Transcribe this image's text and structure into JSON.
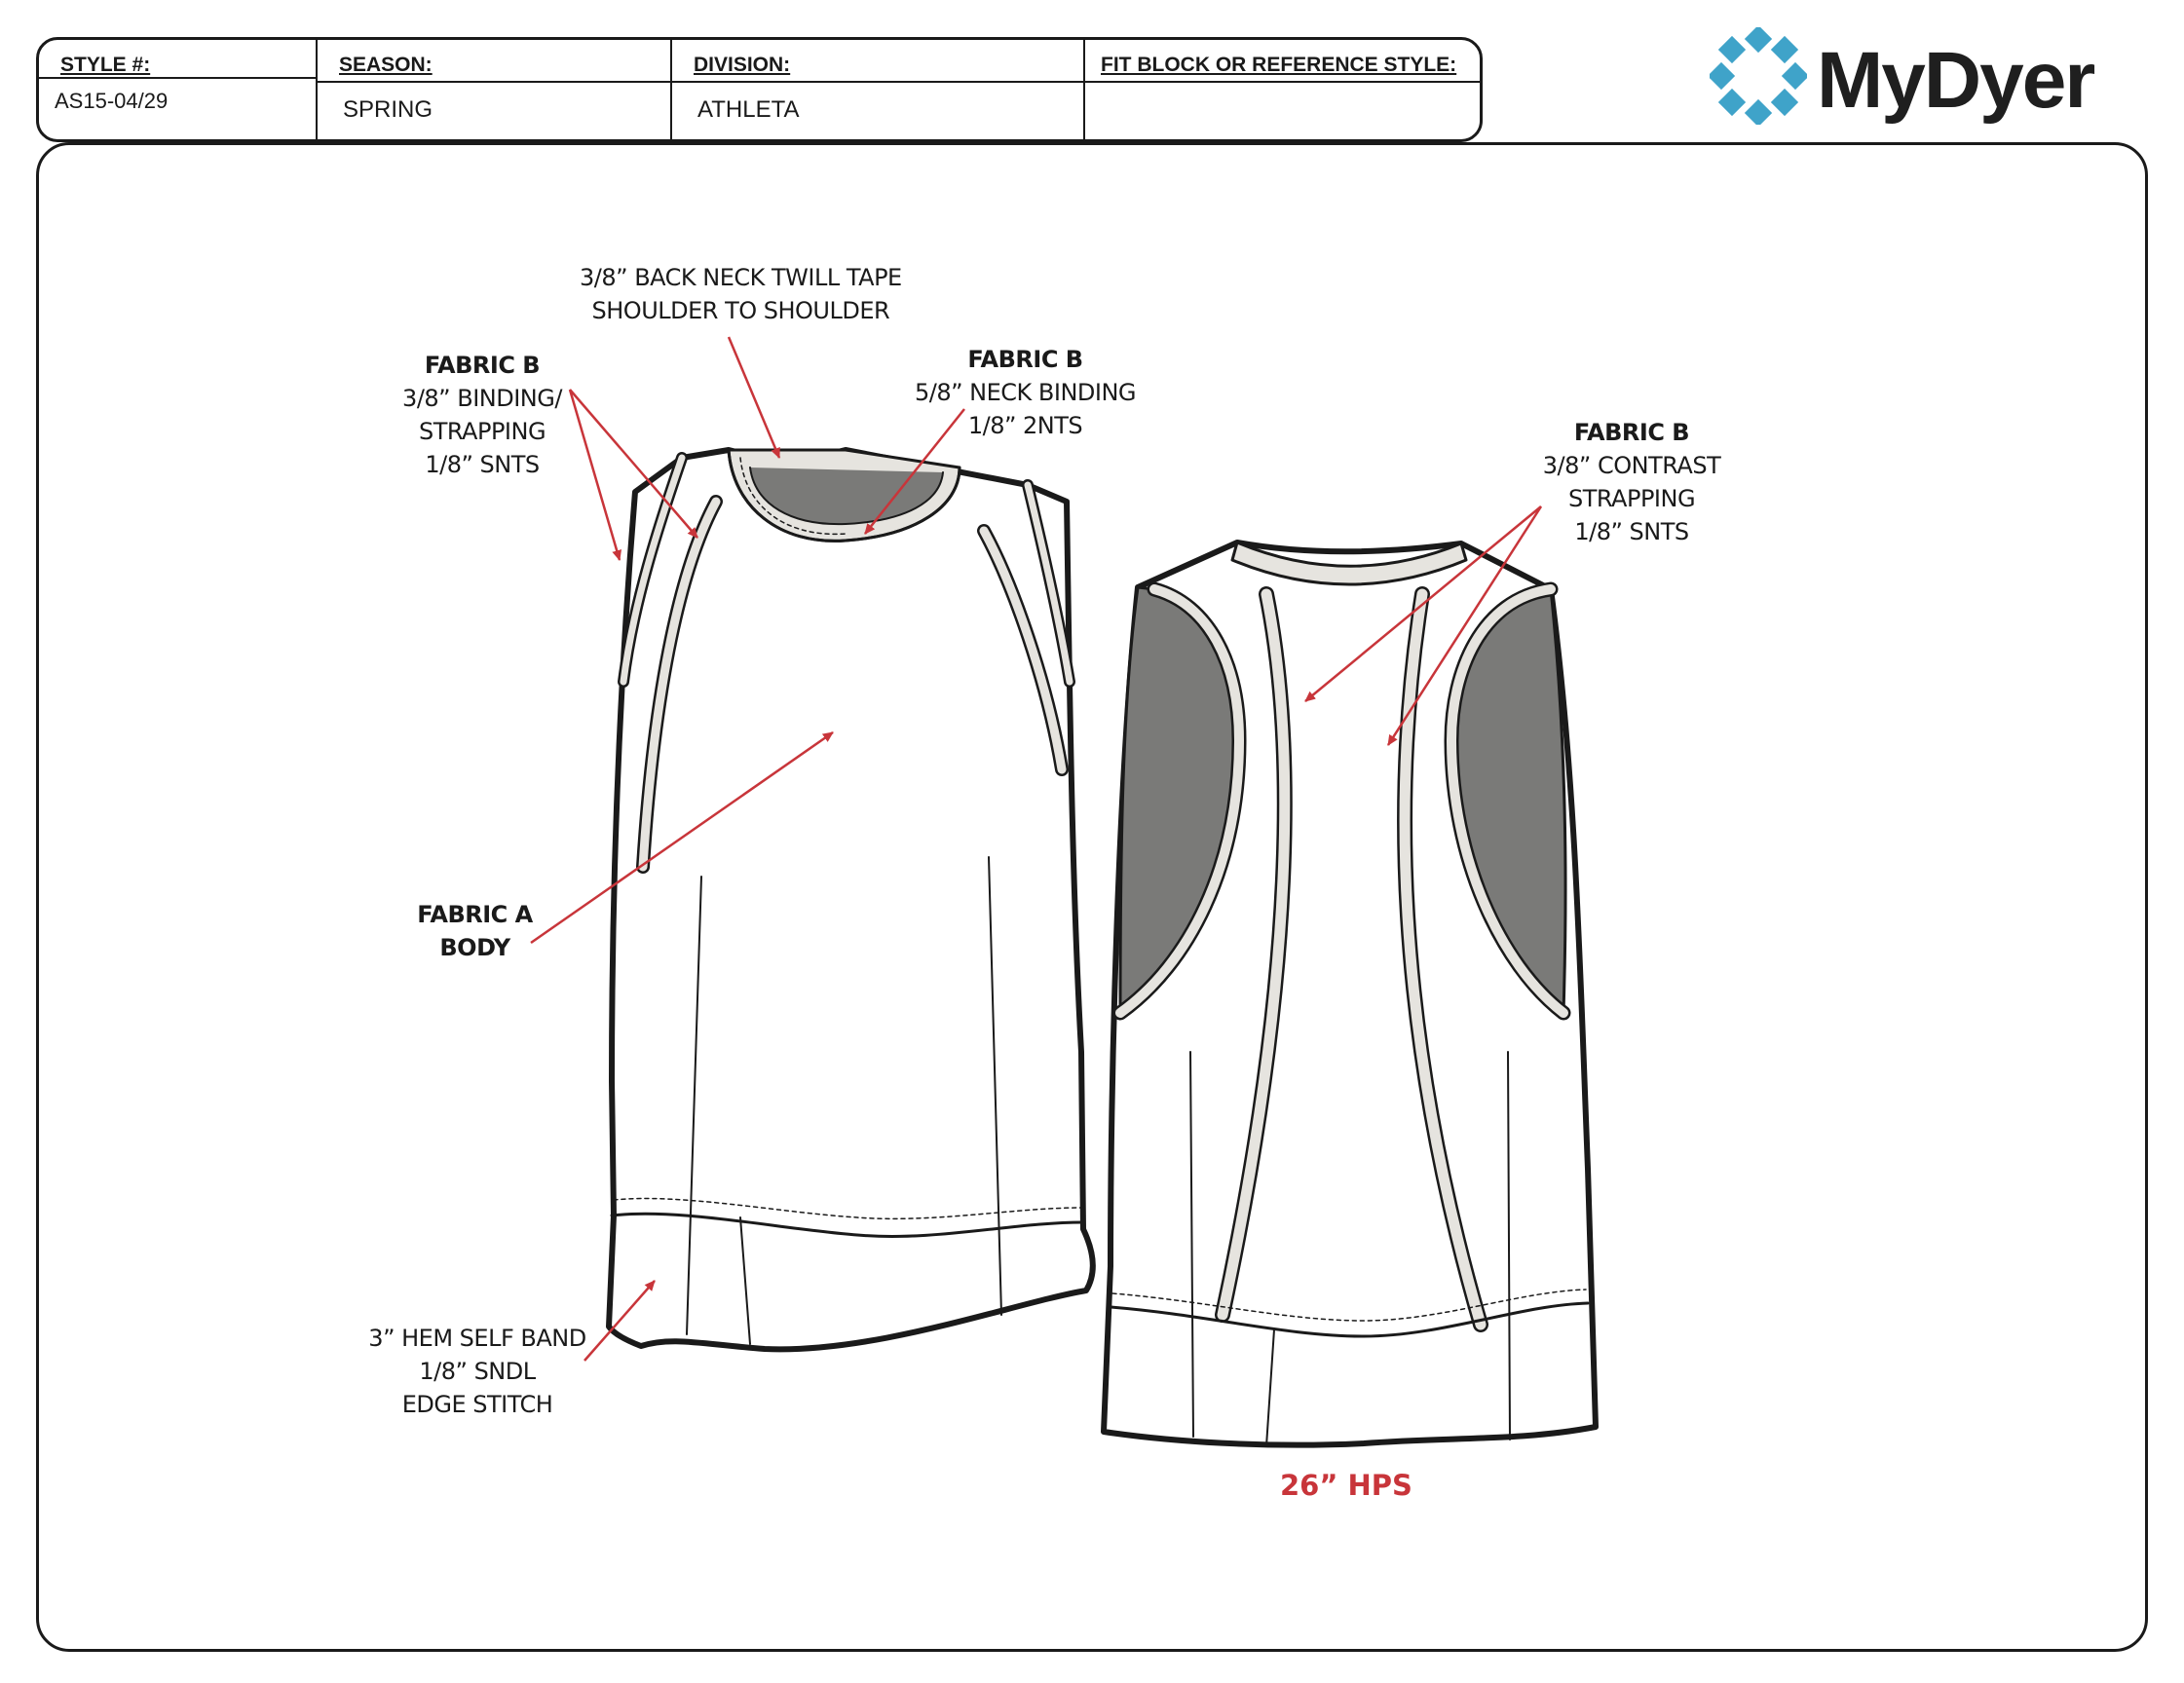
{
  "header": {
    "style_label": "STYLE #:",
    "style_value": "AS15-04/29",
    "season_label": "SEASON:",
    "season_value": "SPRING",
    "division_label": "DIVISION:",
    "division_value": "ATHLETA",
    "fit_label": "FIT BLOCK OR REFERENCE STYLE:",
    "fit_value": ""
  },
  "logo": {
    "text": "MyDyer",
    "color": "#3fa3c9"
  },
  "callouts": {
    "back_neck": {
      "line1": "3/8” BACK NECK TWILL TAPE",
      "line2": "SHOULDER TO SHOULDER"
    },
    "fabric_b_left": {
      "title": "FABRIC B",
      "line1": "3/8” BINDING/",
      "line2": "STRAPPING",
      "line3": "1/8” SNTS"
    },
    "fabric_b_neck": {
      "title": "FABRIC B",
      "line1": "5/8” NECK BINDING",
      "line2": "1/8” 2NTS"
    },
    "fabric_b_right": {
      "title": "FABRIC B",
      "line1": "3/8” CONTRAST",
      "line2": "STRAPPING",
      "line3": "1/8” SNTS"
    },
    "fabric_a": {
      "line1": "FABRIC A",
      "line2": "BODY"
    },
    "hem": {
      "line1": "3” HEM SELF BAND",
      "line2": "1/8” SNDL",
      "line3": "EDGE STITCH"
    }
  },
  "measurement": "26” HPS",
  "colors": {
    "arrow": "#c8353a",
    "binding": "#e6e4df",
    "contrast": "#7a7a78",
    "outline": "#1a1a1a"
  }
}
